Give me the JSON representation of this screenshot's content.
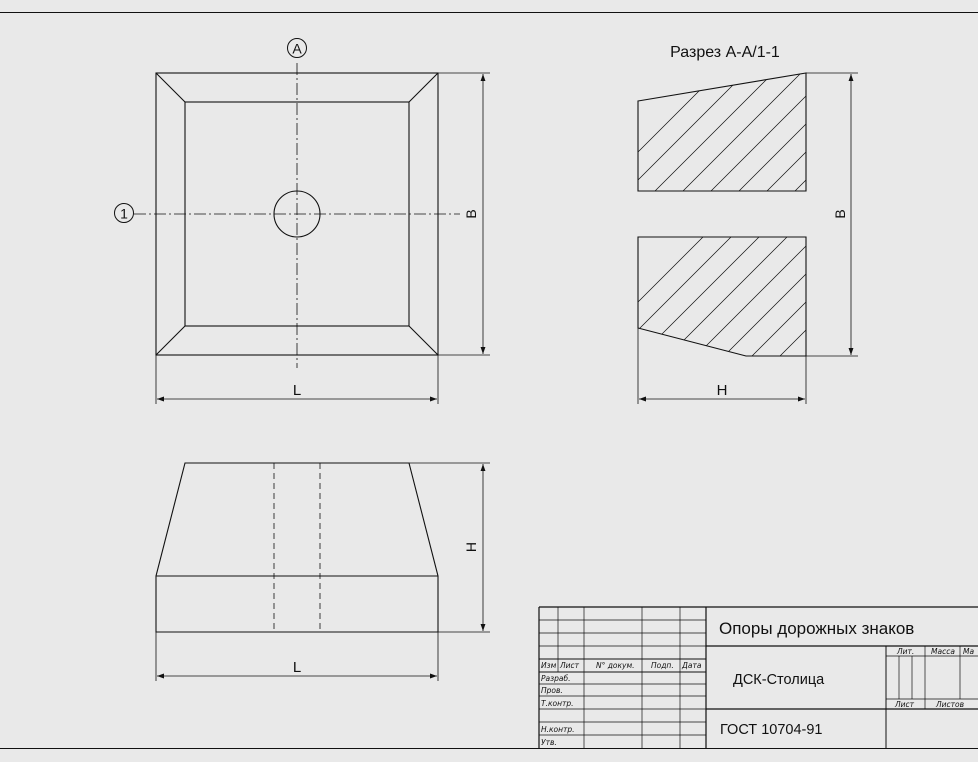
{
  "colors": {
    "background": "#e9e9e9",
    "line": "#111111"
  },
  "plan_view": {
    "axis_a": "A",
    "axis_1": "1",
    "dim_width": "B",
    "dim_length": "L"
  },
  "section_view": {
    "title": "Разрез А-А/1-1",
    "dim_height": "B",
    "dim_thickness": "H"
  },
  "front_view": {
    "dim_height": "H",
    "dim_length": "L"
  },
  "title_block": {
    "product_name": "Опоры дорожных знаков",
    "organization": "ДСК-Столица",
    "standard": "ГОСТ 10704-91",
    "header": {
      "izm": "Изм",
      "list": "Лист",
      "doc": "N° докум.",
      "sign": "Подп.",
      "date": "Дата"
    },
    "roles": {
      "razrab": "Разраб.",
      "prov": "Пров.",
      "tkontr": "Т.контр.",
      "nkontr": "Н.контр.",
      "utv": "Утв."
    },
    "info": {
      "lit": "Лит.",
      "mass": "Масса",
      "scale": "Ма",
      "sheet": "Лист",
      "sheets": "Листов"
    }
  }
}
